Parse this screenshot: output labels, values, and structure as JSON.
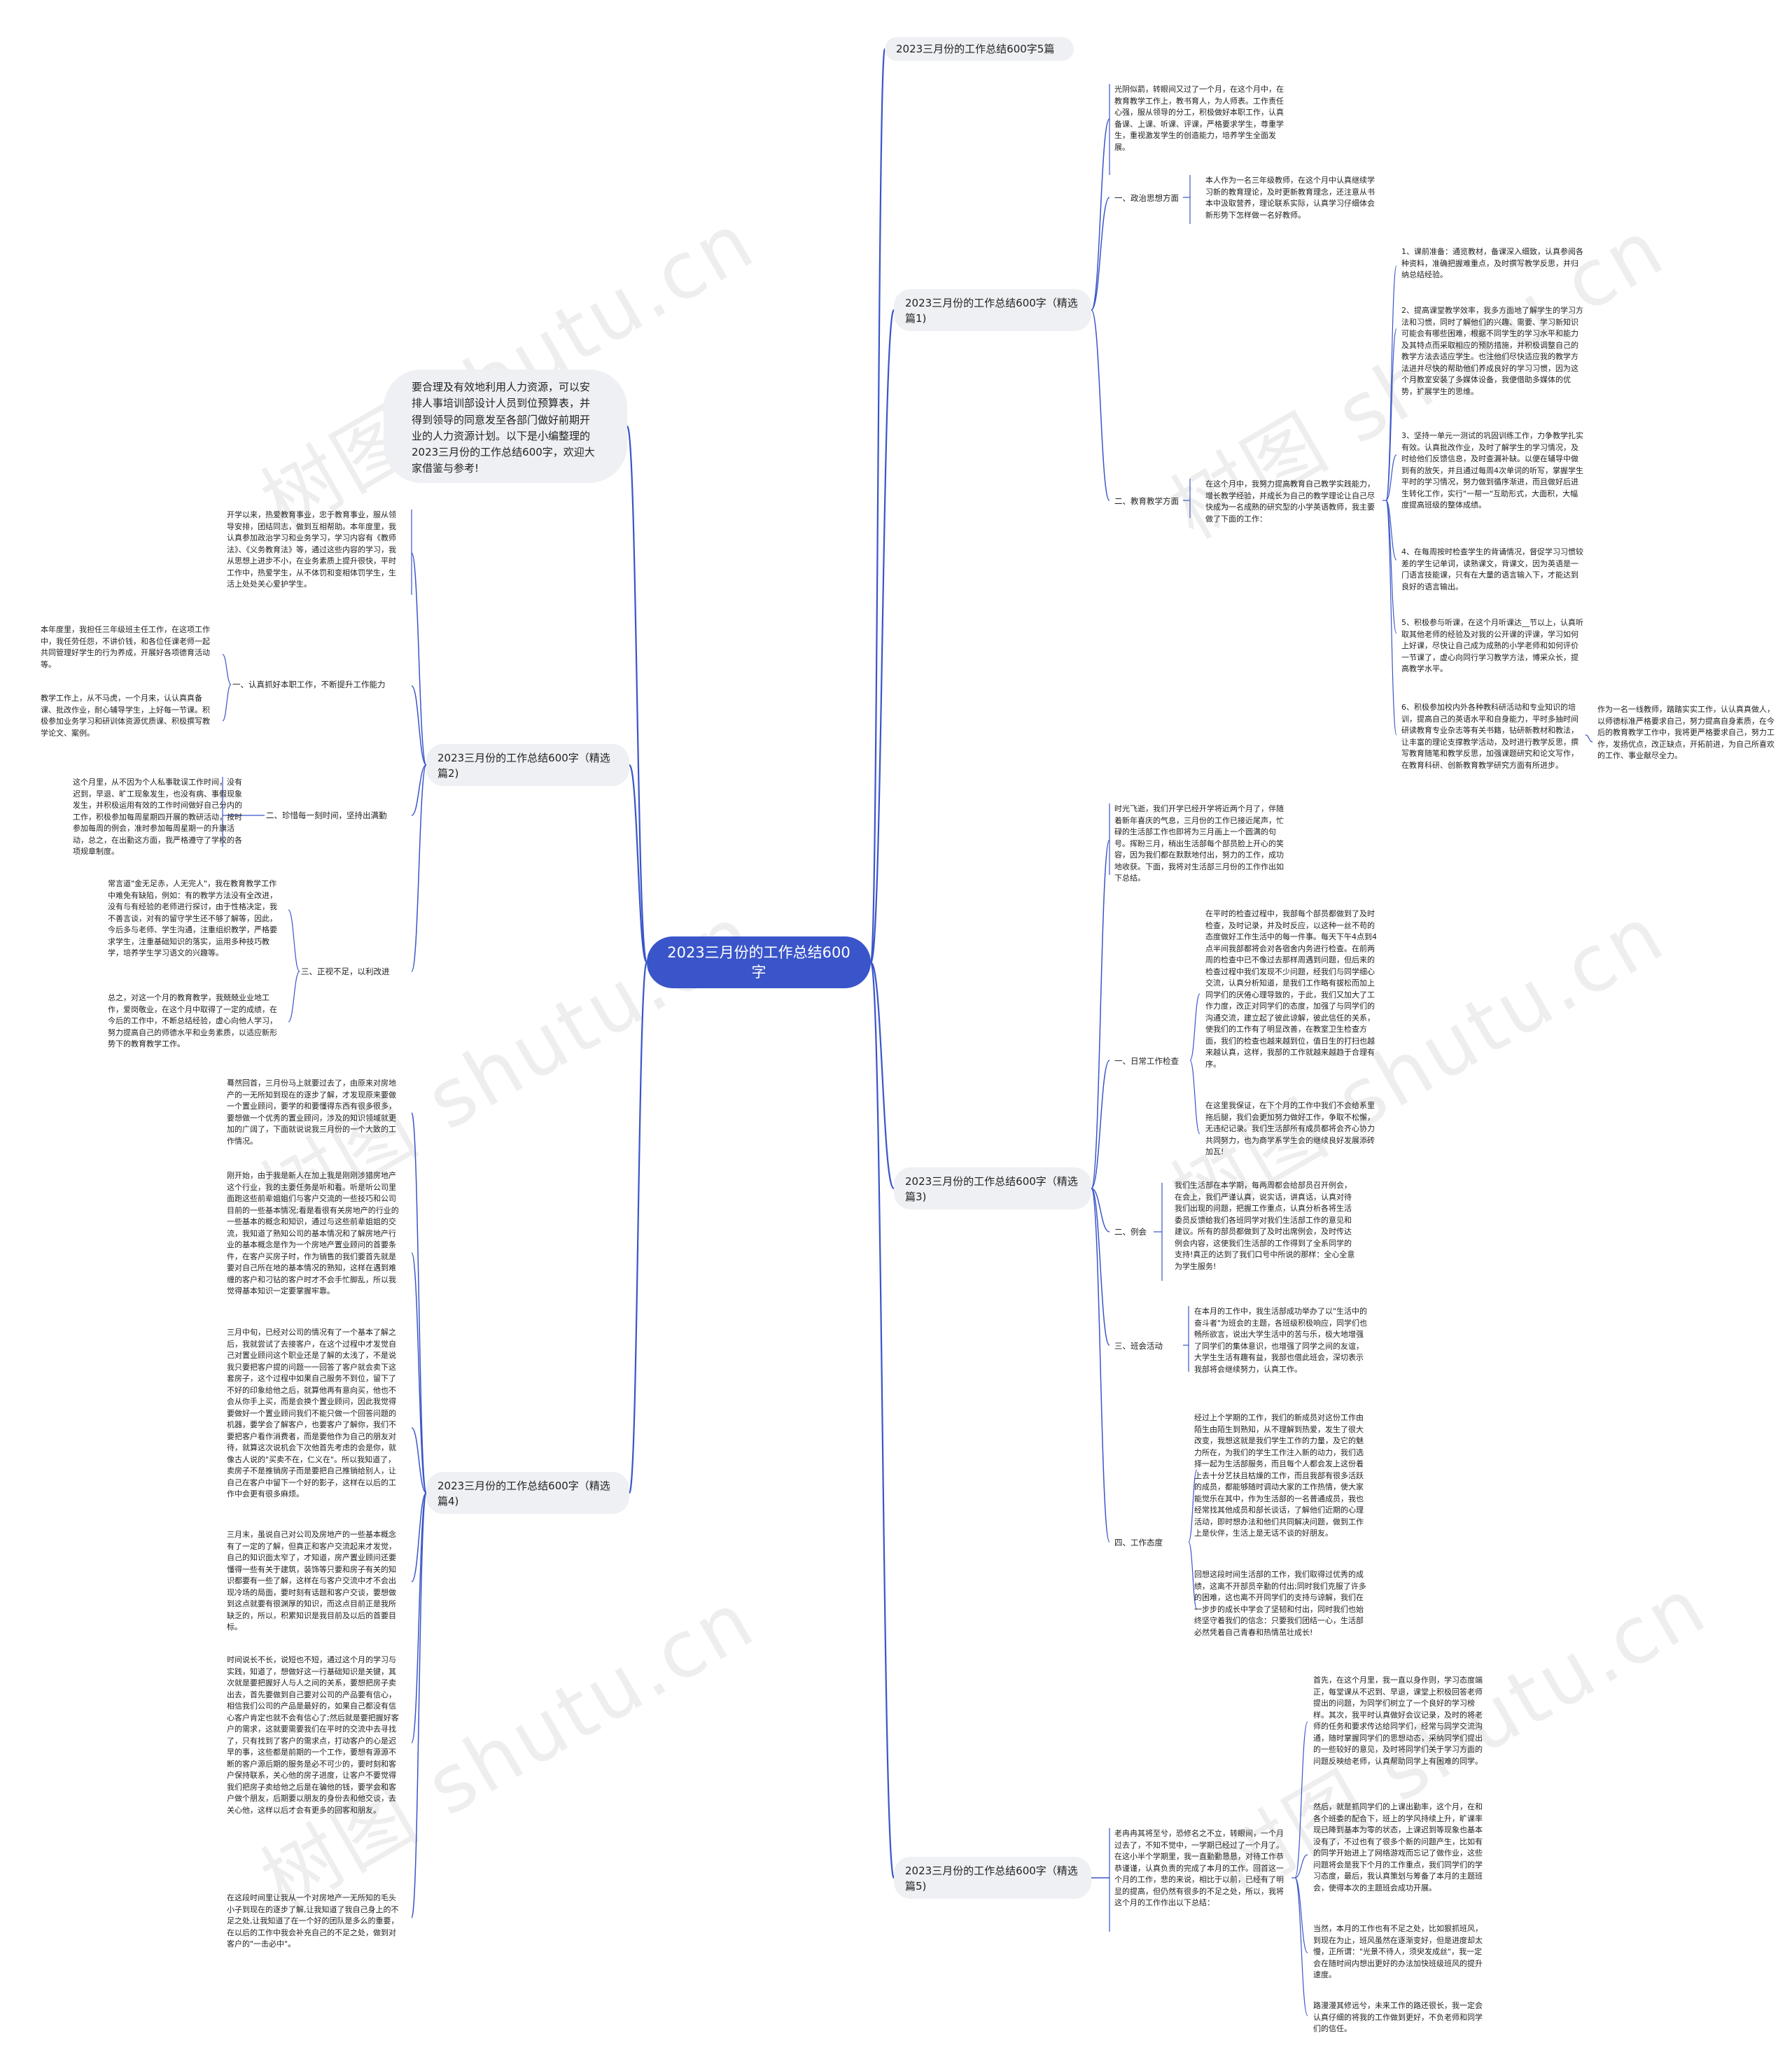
{
  "title": "2023三月份的工作总结600字",
  "colors": {
    "root": "#3a55c9",
    "topic_bg": "#eef0f3",
    "line": "#3a55c9"
  },
  "watermark": "树图 shutu.cn",
  "intro": "要合理及有效地利用人力资源，可以安排人事培训部设计人员到位预算表，并得到领导的同意发至各部门做好前期开业的人力资源计划。以下是小编整理的2023三月份的工作总结600字，欢迎大家借鉴与参考!",
  "topics": {
    "t0": "2023三月份的工作总结600字5篇",
    "t1": "2023三月份的工作总结600字（精选篇1)",
    "t2": "2023三月份的工作总结600字（精选篇2)",
    "t3": "2023三月份的工作总结600字（精选篇3)",
    "t4": "2023三月份的工作总结600字（精选篇4)",
    "t5": "2023三月份的工作总结600字（精选篇5)"
  },
  "p1": {
    "intro": "光阴似箭，转眼间又过了一个月，在这个月中，在教育教学工作上，教书育人，为人师表。工作责任心强，服从领导的分工，积极做好本职工作，认真备课、上课、听课、评课，严格要求学生，尊重学生，重视激发学生的创造能力，培养学生全面发展。",
    "b1_label": "一、政治思想方面",
    "b1_text": "本人作为一名三年级教师，在这个月中认真继续学习新的教育理论，及时更新教育理念，还注意从书本中汲取营养，理论联系实际，认真学习仔细体会新形势下怎样做一名好教师。",
    "b2_label": "二、教育教学方面",
    "b2_text": "在这个月中，我努力提高教育自己教学实践能力，增长教学经验，并成长为自己的教学理论让自己尽快成为一名成熟的研究型的小学英语教师，我主要做了下面的工作：",
    "items": [
      "1、课前准备：通览教材，备课深入细致，认真参阅各种资料，准确把握难重点，及时撰写教学反思，并归纳总结经验。",
      "2、提高课堂教学效率，我多方面地了解学生的学习方法和习惯，同时了解他们的兴趣、需要、学习新知识可能会有哪些困难，根据不同学生的学习水平和能力及其特点而采取相应的预防措施，并积极调整自己的教学方法去适应学生。也注他们尽快适应我的教学方法进并尽快的帮助他们养成良好的学习习惯，因为这个月教室安装了多媒体设备，我便借助多媒体的优势，扩展学生的思维。",
      "3、坚持一单元一测试的巩固训练工作，力争教学扎实有效。认真批改作业，及时了解学生的学习情况，及时给他们反馈信息，及时查漏补缺。以便在辅导中做到有的放矢，并且通过每周4次单词的听写，掌握学生平时的学习情况，努力做到循序渐进，而且做好后进生转化工作，实行\"一帮一\"互助形式，大面积，大幅度提高班级的整体成绩。",
      "4、在每周按时检查学生的背诵情况，督促学习习惯较差的学生记单词，读熟课文，背课文，因为英语是一门语言技能课，只有在大量的语言输入下，才能达到良好的语言输出。",
      "5、积极参与听课，在这个月听课达__节以上，认真听取其他老师的经验及对我的公开课的评课，学习如何上好课，尽快让自己成为成熟的小学老师和如何评价一节课了，虚心向同行学习教学方法，博采众长，提高教学水平。",
      "6、积极参加校内外各种教科研活动和专业知识的培训，提高自己的英语水平和自身能力，平时多抽时间研读教育专业杂志等有关书籍，钻研新教材和教法，让丰富的理论支撑教学活动，及时进行教学反思，撰写教育随笔和教学反思，加强课题研究和论文写作，在教育科研、创新教育教学研究方面有所进步。"
    ],
    "item6_tail": "作为一名一线教师，踏踏实实工作，认认真真做人，以师德标准严格要求自己，努力提高自身素质，在今后的教育教学工作中，我将更严格要求自己，努力工作，发扬优点，改正缺点，开拓前进，为自己所喜欢的工作、事业献尽全力。"
  },
  "p2": {
    "intro": "开学以来，热爱教育事业，忠于教育事业，服从领导安排，团结同志，做到互相帮助。本年度里，我认真参加政治学习和业务学习，学习内容有《教师法》、《义务教育法》等，通过这些内容的学习，我从思想上进步不小，在业务素质上提升很快，平时工作中，热爱学生，从不体罚和变相体罚学生，生活上处处关心爱护学生。",
    "b1_label": "一、认真抓好本职工作，不断提升工作能力",
    "b1_texts": [
      "本年度里，我担任三年级班主任工作，在这项工作中，我任劳任怨，不讲价钱，和各位任课老师一起共同管理好学生的行为养成，开展好各项德育活动等。",
      "教学工作上，从不马虎，一个月来，认认真真备课、批改作业，耐心辅导学生，上好每一节课。积极参加业务学习和研训体资源优质课、积极撰写教学论文、案例。"
    ],
    "b2_label": "二、珍惜每一刻时间，坚持出满勤",
    "b2_text": "这个月里，从不因为个人私事耽误工作时间，没有迟到，早退、旷工现象发生，也没有病、事假现象发生，并积极运用有效的工作时间做好自己分内的工作，积极参加每周星期四开展的教研活动，按时参加每周的例会，准时参加每周星期一的升旗活动，总之，在出勤这方面，我严格遵守了学校的各项规章制度。",
    "b3_label": "三、正视不足，以利改进",
    "b3_texts": [
      "常言道\"金无足赤，人无完人\"，我在教育教学工作中难免有缺陷，例如：有的教学方法没有全改进，没有与有经验的老师进行探讨，由于性格决定，我不善言谈，对有的留守学生还不够了解等，因此，今后多与老师、学生沟通，注重组织教学，严格要求学生，注重基础知识的落实，运用多种技巧教学，培养学生学习语文的兴趣等。",
      "总之，对这一个月的教育教学，我兢兢业业地工作，爱岗敬业，在这个月中取得了一定的成绩，在今后的工作中，不断总结经验，虚心向他人学习，努力提高自己的师德水平和业务素质，以适应新形势下的教育教学工作。"
    ]
  },
  "p3": {
    "intro": "时光飞逝，我们开学已经开学将近两个月了，伴随着新年喜庆的气息，三月份的工作已接近尾声，忙碌的生活部工作也即将为三月画上一个圆满的句号。挥盼三月，稍出生活部每个部员脸上开心的笑容，因为我们都在默默地付出，努力的工作，成功地收获。下面，我将对生活部三月份的工作作出如下总结。",
    "b1_label": "一、日常工作检查",
    "b1_texts": [
      "在平时的检查过程中，我部每个部员都做到了及时检查，及时记录，并及时反应，以这种一丝不苟的态度做好工作生活中的每一件事。每天下午4点到4点半间我部都将会对各宿舍内务进行检查。在前两周的检查中已不像过去那样周遇到问题，但后来的检查过程中我们发现不少问题，经我们与同学细心交流，认真分析知道，是我们工作略有拔松而加上同学们的厌倦心理导致的，于此，我们又加大了工作力度，改正对同学们的态度，加强了与同学们的沟通交流，建立起了彼此谅解，彼此信任的关系，使我们的工作有了明显改善，在教室卫生检查方面，我们的检查也越来越到位，值日生的打扫也越来越认真，这样，我部的工作就越来越趋于合理有序。",
      "在这里我保证，在下个月的工作中我们不会给系里拖后腿，我们会更加努力做好工作，争取不松懈，无违纪记录。我们生活部所有成员都将会齐心协力共同努力，也为商学系学生会的继续良好发展添砖加瓦!"
    ],
    "b2_label": "二、例会",
    "b2_text": "我们生活部在本学期，每两周都会给部员召开例会，在会上，我们严谨认真，说实话，讲真话，认真对待我们出现的问题，把握工作重点，认真分析各将生活委员反馈给我们各班同学对我们生活部工作的意见和建议。所有的部员都做到了及时出席例会，及时传达例会内容，这使我们生活部的工作得到了全系同学的支持!真正的达到了我们口号中所说的那样：全心全意为学生服务!",
    "b3_label": "三、班会活动",
    "b3_text": "在本月的工作中，我生活部成功举办了以\"生活中的奋斗者\"为班会的主题，各班级积极响应，同学们也畅所欲言，说出大学生活中的苦与乐，极大地增强了同学们的集体意识，也增强了同学之间的友谊，大学生生活有趣有益，我部也借此班会，深切表示我部将会继续努力，认真工作。",
    "b4_label": "四、工作态度",
    "b4_texts": [
      "经过上个学期的工作，我们的新成员对这份工作由陌生由陌生到熟知，从不理解到热爱，发生了很大改变，我想这就是我们学生工作的力量，及它的魅力所在，为我们的学生工作注入新的动力，我们选择一起为生活部服务，而且每个人都会发上这份着上去十分艺扶且枯燥的工作，而且我部有很多活跃的成员，都能够随时调动大家的工作热情，使大家能觉乐在其中，作为生活部的一名普通成员，我也经常找其他成员和部长谈话，了解他们近期的心理活动，即时想办法和他们共同解决问题，做到工作上是伙伴，生活上是无话不谈的好朋友。",
      "回想这段时间生活部的工作，我们取得过优秀的成绩，这离不开部员辛勤的付出;同时我们克服了许多的困难，这也离不开同学们的支持与谅解，我们在一步步的成长中学会了坚韧和付出，同时我们也始终坚守着我们的信念：只要我们团结一心，生活部必然凭着自己青春和热情茁壮成长!"
    ]
  },
  "p4": {
    "paras": [
      "蓦然回首，三月份马上就要过去了，由原来对房地产的一无所知到现在的逐步了解，才发现原来要做一个置业顾问，要学的和要懂得东西有很多很多，要想做一个优秀的置业顾问，涉及的知识领域就更加的广阔了，下面就说说我三月份的一个大致的工作情况。",
      "刚开始，由于我是新人在加上我是刚刚涉猎房地产这个行业，我的主要任务是听和看。听是听公司里面跑这些前辈姐姐们与客户交流的一些技巧和公司目前的一些基本情况;看是看很有关房地产的行业的一些基本的概念和知识，通过与这些前辈姐姐的交流，我知道了熟知公司的基本情况和了解房地产行业的基本概念是作为一个房地产置业顾问的首要条件，在客户买房子时，作为销售的我们要首先就是要对自己所在地的基本情况的熟知，这样在遇到难缠的客户和刁钻的客户时才不会手忙脚乱，所以我觉得基本知识一定要掌握牢靠。",
      "三月中旬，已经对公司的情况有了一个基本了解之后，我就尝试了去接客户，在这个过程中才发觉自己对置业顾问这个职业还是了解的太浅了，不是说我只要把客户提的问题一一回答了客户就会卖下这套房子，这个过程中如果自己服务不到位，留下了不好的印象给他之后，就算他再有意向买，他也不会从你手上买，而是会换个置业顾问，因此我觉得要做好一个置业顾问我们不能只做一个回答问题的机器，要学会了解客户，也要客户了解你，我们不要把客户看作消费者，而是要他作为自己的朋友对待，就算这次说机会下次他首先考虑的会是你，就像古人说的\"买卖不在，仁义在\"。所以我知道了，卖房子不是推销房子而是要把自己推销给别人，让自己在客户中留下一个好的影子，这样在以后的工作中会更有很多麻烦。",
      "三月末，虽说自己对公司及房地产的一些基本概念有了一定的了解，但真正和客户交流起来才发觉，自己的知识面太窄了，才知道，房产置业顾问还要懂得一些有关于建筑，装饰等只要和房子有关的知识都要有一些了解，这样在与客户交流中才不会出现冷场的局面，要时刻有话题和客户交谈，要想做到这点就要有很渊厚的知识，而这点目前正是我所缺乏的，所以，积累知识是我目前及以后的首要目标。",
      "时间说长不长，说短也不短，通过这个月的学习与实践，知道了，想做好这一行基础知识是关键，其次就是要把握好人与人之间的关系，要想把房子卖出去，首先要做到自己要对公司的产品要有信心，相信我们公司的产品是最好的，如果自己都没有信心客户肯定也就不会有信心了;然后就是要把握好客户的需求，这就要需要我们在平时的交流中去寻找了，只有找到了客户的需求点，打动客户的心是迟早的事，这些都是前期的一个工作，要想有源源不断的客户源后期的服务是必不可少的，要时刻和客户保持联系，关心他的房子进度，让客户不要觉得我们把房子卖给他之后是在骗他的钱，要学会和客户做个朋友，后期要以朋友的身份去和他交谈，去关心他，这样以后才会有更多的回客和朋友。",
      "在这段时间里让我从一个对房地产一无所知的毛头小子到现在的逐步了解,让我知道了我自己身上的不足之处,让我知道了在一个好的团队是多么的重要，在以后的工作中我会补充自己的不足之处，做到对客户的\"一击必中\"。"
    ]
  },
  "p5": {
    "intro": "老冉冉其将至兮，恐修名之不立，转眼间，一个月过去了，不知不觉中，一学期已经过了一个月了。在这小半个学期里，我一直勤勤恳恳，对待工作恭恭谨谨，认真负责的完成了本月的工作。回首这一个月的工作，悲的来说，相比于以前，已经有了明显的提高，但仍然有很多的不足之处，所以，我将这个月的工作作出以下总结：",
    "paras": [
      "首先，在这个月里，我一直以身作则，学习态度端正，每堂课从不迟到、早退，课堂上积极回答老师提出的问题，为同学们树立了一个良好的学习榜样。其次，我平时认真做好会议记录，及时的将老师的任务和要求传达给同学们，经常与同学交流沟通，随时掌握同学们的思想动态，采纳同学们提出的一些较好的意见，及时将同学们关于学习方面的问题反映给老师，认真帮助同学上有困难的同学。",
      "然后，就是抓同学们的上课出勤率，这个月，在和各个班委的配合下，班上的学风持续上升，旷课率现已降到基本为零的状态，上课迟到等现象也基本没有了，不过也有了很多个新的问题产生，比如有的同学开始进上了网络游戏而忘记了做作业，这些问题将会是我下个月的工作重点，我们同学们的学习态度，最后，我认真策划与筹备了本月的主题班会，使得本次的主题班会成功开展。",
      "当然，本月的工作也有不足之处，比如狠抓班风，到现在为止，班风虽然在逐渐变好，但是进度却太慢，正所谓：\"光景不待人，须臾发成丝\"，我一定会在随时间内想出更好的办法加快班级班风的提升速度。",
      "路漫漫其修远兮，未来工作的路还很长，我一定会认真仔细的将我的工作做到更好，不负老师和同学们的信任。"
    ]
  }
}
